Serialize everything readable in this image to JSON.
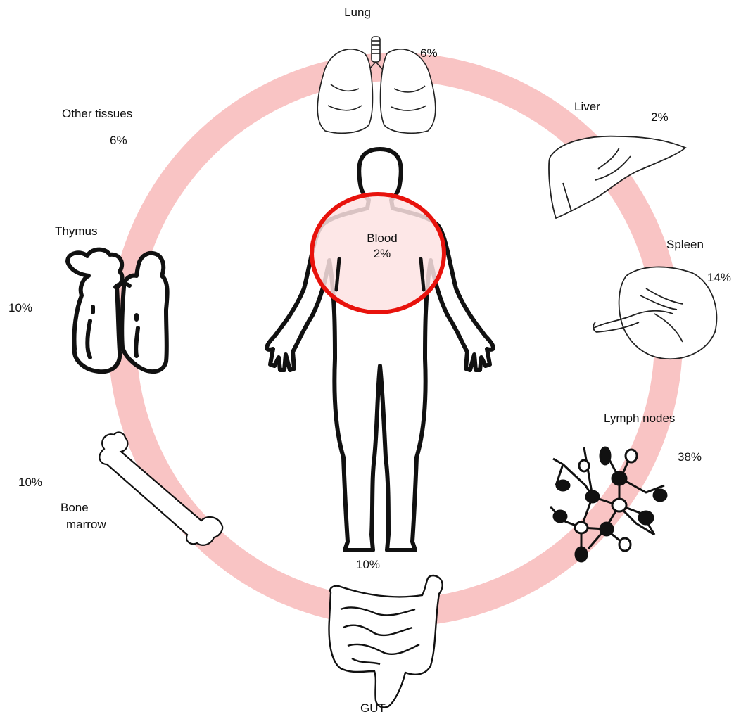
{
  "colors": {
    "ring": "#f9c4c4",
    "blood_outline": "#e8120c",
    "blood_fill": "#fde3e3",
    "ink": "#111111"
  },
  "blood": {
    "name": "Blood",
    "pct": "2%"
  },
  "organs": {
    "lung": {
      "name": "Lung",
      "pct": "6%",
      "icon": "lungs-icon"
    },
    "liver": {
      "name": "Liver",
      "pct": "2%",
      "icon": "liver-icon"
    },
    "spleen": {
      "name": "Spleen",
      "pct": "14%",
      "icon": "spleen-icon"
    },
    "lymph": {
      "name": "Lymph nodes",
      "pct": "38%",
      "icon": "lymph-nodes-icon"
    },
    "gut": {
      "name": "GUT",
      "pct": "10%",
      "icon": "intestines-icon"
    },
    "bone": {
      "name_line1": "Bone",
      "name_line2": "marrow",
      "pct": "10%",
      "icon": "bone-icon"
    },
    "thymus": {
      "name": "Thymus",
      "pct": "10%",
      "icon": "thymus-icon"
    },
    "other": {
      "name": "Other tissues",
      "pct": "6%"
    }
  }
}
